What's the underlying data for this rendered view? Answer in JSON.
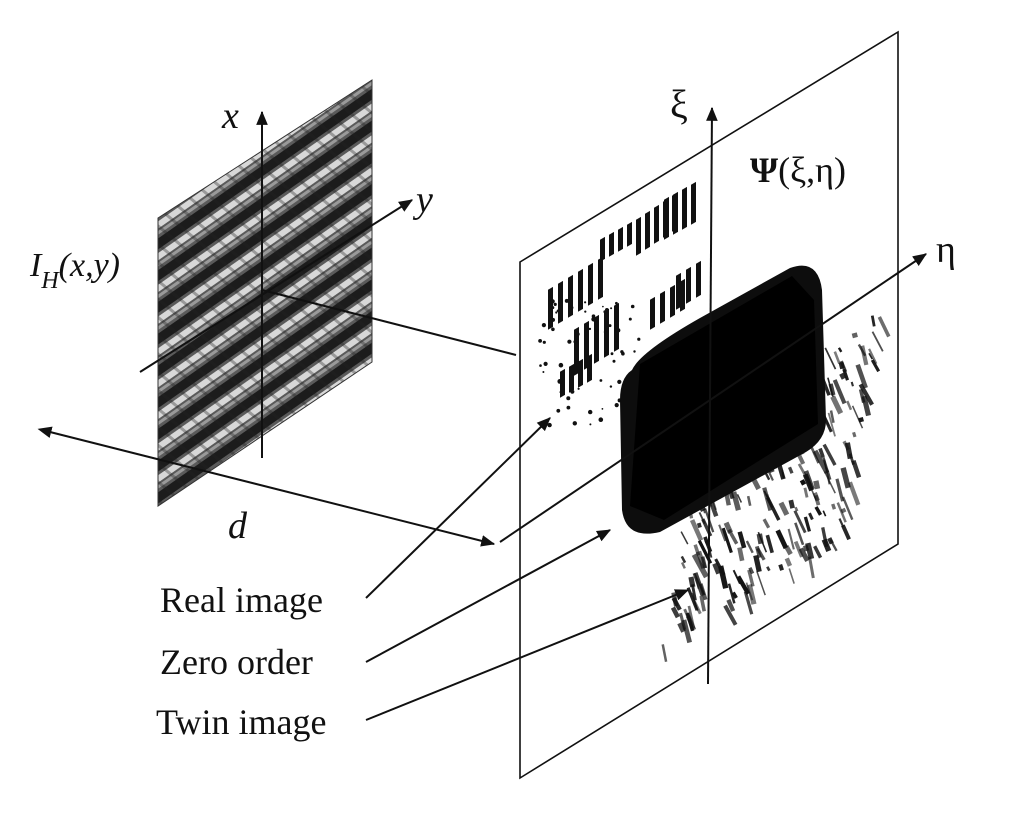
{
  "hologram": {
    "label_base": "I",
    "label_sub": "H",
    "label_args": "(x,y)",
    "axis_x": "x",
    "axis_y": "y",
    "distance": "d"
  },
  "reconstruction": {
    "field_symbol": "Ψ",
    "field_args": "(ξ,η)",
    "axis_xi": "ξ",
    "axis_eta": "η"
  },
  "callouts": {
    "real_image": "Real image",
    "zero_order": "Zero order",
    "twin_image": "Twin image"
  },
  "colors": {
    "ink": "#111111",
    "paper": "#ffffff"
  }
}
